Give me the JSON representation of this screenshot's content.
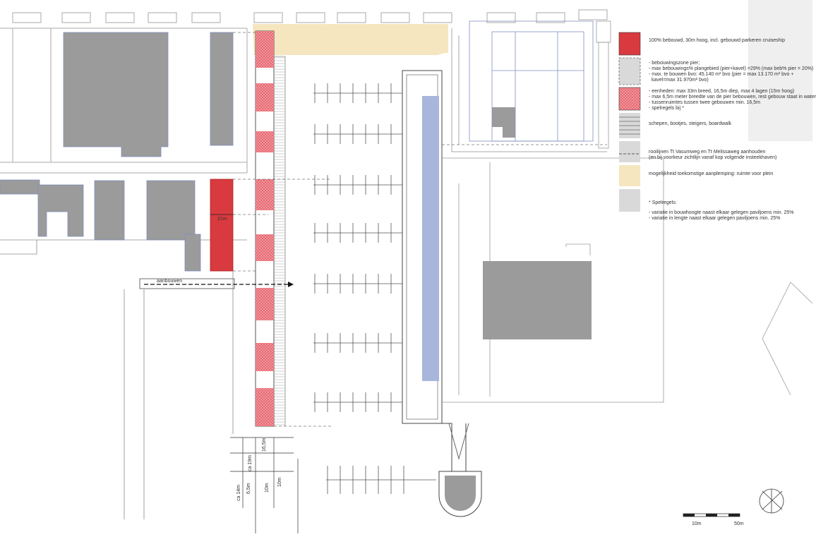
{
  "legend": {
    "item_built": "100% bebouwd, 30m hoog, incl. gebouwd parkeren cruiseship",
    "pier_zone": [
      "- bebouwingszone pier;",
      "- max bebouwings% plangebied (pier+kavel) =29% (max beb% pier = 20%)",
      "- max. te bouwen bvo: 45.140 m² bvo (pier = max 13.170 m² bvo +",
      "  kavel=max 31.970m² bvo)"
    ],
    "units": [
      "- eenheden: max 33m breed, 16,5m diep, max 4 lagen (15m hoog)",
      "- max 6,5m meter breedte van de pier bebouwen, rest gebouw staat in water",
      "- tussenruimtes tussen twee gebouwen min. 16,5m",
      "- spelregels bij *"
    ],
    "boats": "schepen, bootjes, steigers, boardwalk",
    "building_lines": [
      "rooilijnen Tt Vasumweg en Tt Melissaweg aanhouden",
      "(en bij voorkeur zichtlijn vanaf kop volgende insteekhaven)"
    ],
    "future": "mogelijkheid toekomstige aanplemping: ruimte voor plein",
    "rules": [
      "* Spelregels:",
      "",
      "- variatie in bouwhoogte naast elkaar gelegen paviljoens min. 25%",
      "- variatie in lengte naast elkaar gelegen paviljoens min. 25%"
    ]
  },
  "annotations": {
    "aanbouwen": "aanbouwen",
    "width_21m": "21m",
    "dim_16_5m": "16,5m",
    "dim_ca19m": "ca 19m",
    "dim_ca14m": "ca 14m",
    "dim_6_5m": "6,5m",
    "dim_10m_a": "10m",
    "dim_10m_b": "10m"
  },
  "scale": {
    "label_left": "10m",
    "label_right": "50m"
  },
  "colors": {
    "built_red": "#d93a3f",
    "pier_unit_pink": "#e8606a",
    "future_sand": "#f5e6bf",
    "building_grey": "#9b9b9b",
    "water_blue": "#a9b6dc",
    "legend_grey": "#d9d9d9"
  }
}
